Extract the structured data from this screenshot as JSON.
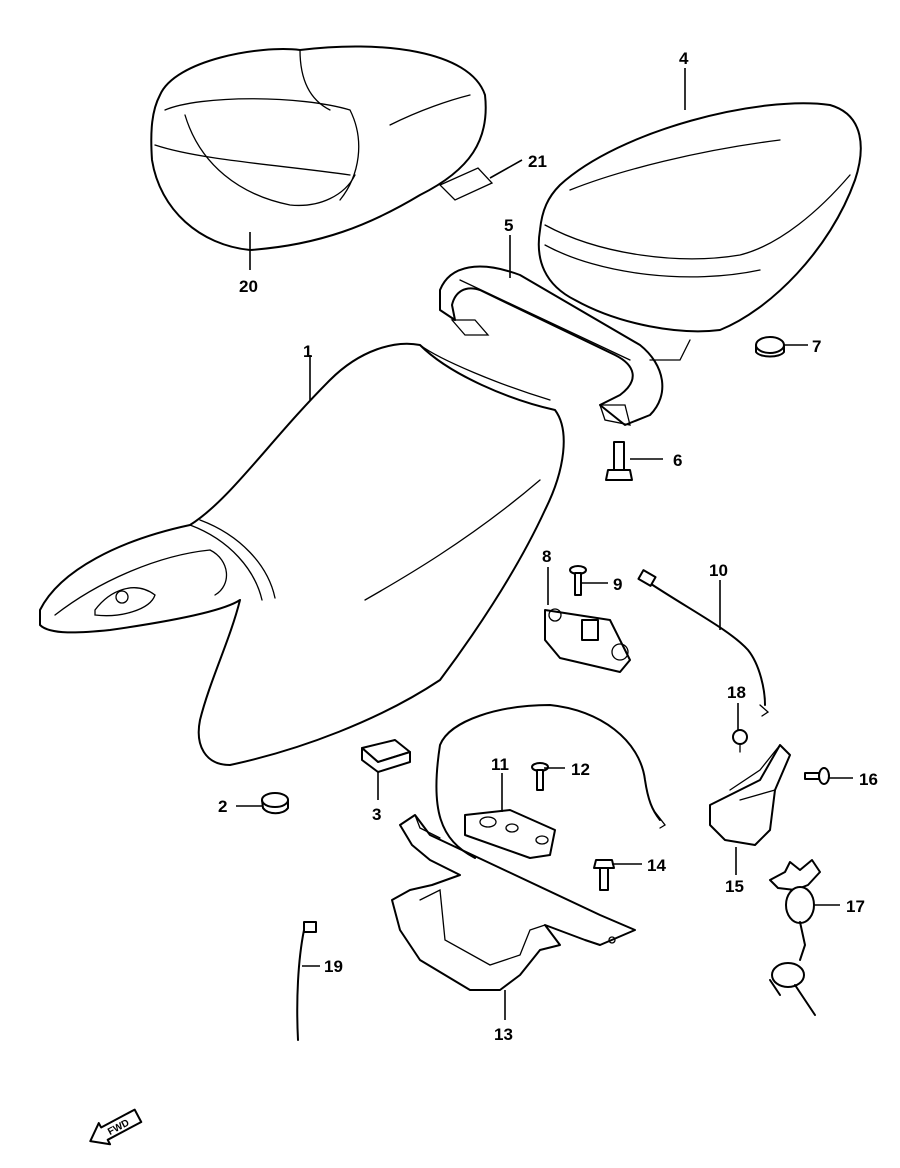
{
  "callouts": {
    "c1": "1",
    "c2": "2",
    "c3": "3",
    "c4": "4",
    "c5": "5",
    "c6": "6",
    "c7": "7",
    "c8": "8",
    "c9": "9",
    "c10": "10",
    "c11": "11",
    "c12": "12",
    "c13": "13",
    "c14": "14",
    "c15": "15",
    "c16": "16",
    "c17": "17",
    "c18": "18",
    "c19": "19",
    "c20": "20",
    "c21": "21"
  },
  "direction_marker": {
    "label": "FWD",
    "icon": "forward-arrow-icon"
  },
  "colors": {
    "line": "#000000",
    "background": "#ffffff"
  }
}
